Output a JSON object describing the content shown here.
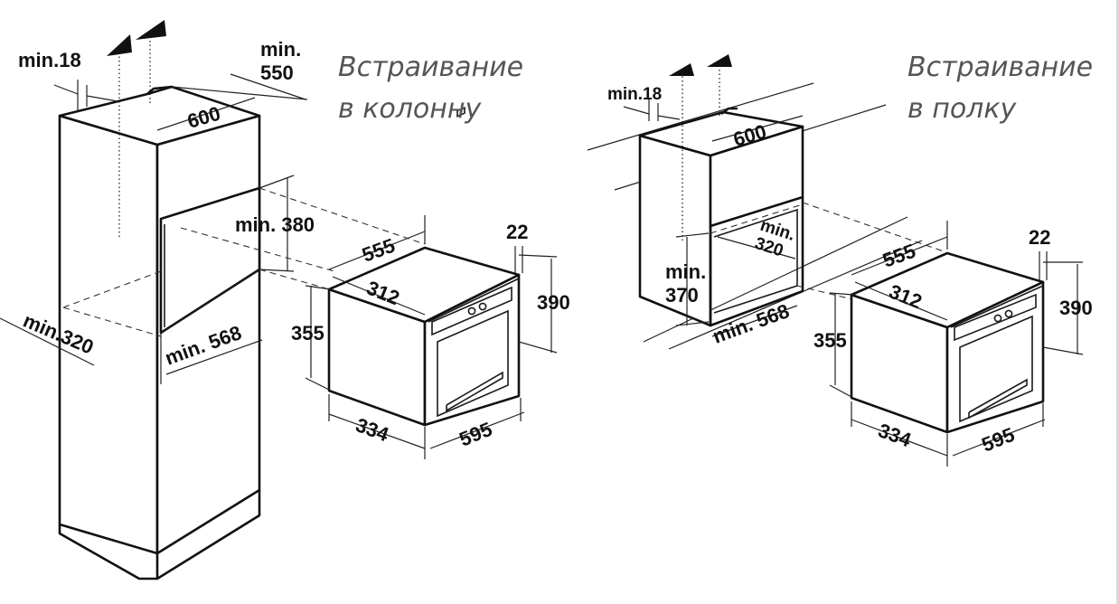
{
  "left_panel": {
    "caption_line1": "Встраивание",
    "caption_line2": "в колонну",
    "labels": {
      "min18": "min.18",
      "min550_top": "min.",
      "min550_bottom": "550",
      "w600": "600",
      "min380": "min. 380",
      "min320": "min.320",
      "min568": "min. 568"
    }
  },
  "right_panel": {
    "caption_line1": "Встраивание",
    "caption_line2": "в полку",
    "labels": {
      "min18": "min.18",
      "w600": "600",
      "min320_top": "min.",
      "min320_bottom": "320",
      "min370_top": "min.",
      "min370_bottom": "370",
      "min568": "min. 568"
    }
  },
  "oven_labels": {
    "d555": "555",
    "d22": "22",
    "d312": "312",
    "d390": "390",
    "d355": "355",
    "d334": "334",
    "d595": "595"
  }
}
